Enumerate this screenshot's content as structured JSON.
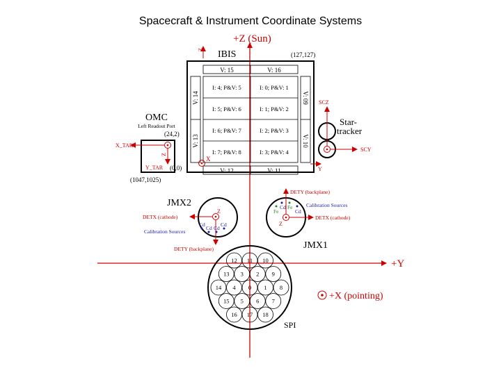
{
  "title": "Spacecraft & Instrument Coordinate Systems",
  "axes": {
    "z_sun": "+Z (Sun)",
    "y": "+Y",
    "x_pointing": "+X (pointing)"
  },
  "ibis": {
    "name": "IBIS",
    "corner_top_right": "(127,127)",
    "corner_bottom_left": "(0,0)",
    "z_label": "Z",
    "y_label": "Y",
    "x_label": "X",
    "top_cells": [
      "V: 15",
      "V: 16"
    ],
    "bottom_cells": [
      "V: 12",
      "V: 11"
    ],
    "left_cells": [
      "V: 14",
      "V: 13"
    ],
    "right_cells": [
      "V: 09",
      "V: 10"
    ],
    "grid": [
      [
        "I: 4; P&V: 5",
        "I: 0; P&V: 1"
      ],
      [
        "I: 5; P&V: 6",
        "I: 1; P&V: 2"
      ],
      [
        "I: 6; P&V: 7",
        "I: 2; P&V: 3"
      ],
      [
        "I: 7; P&V: 8",
        "I: 3; P&V: 4"
      ]
    ]
  },
  "omc": {
    "name": "OMC",
    "subtitle": "Left Readout Port",
    "corner_top": "(24,2)",
    "corner_bottom": "(1047,1025)",
    "x_tar": "X_TAR",
    "y_tar": "Y_TAR",
    "z_label": "Z"
  },
  "star_tracker": {
    "label_line1": "Star-",
    "label_line2": "tracker",
    "scz": "SCZ",
    "scy": "SCY"
  },
  "jmx2": {
    "name": "JMX2",
    "detx": "DETX (cathode)",
    "dety": "DETY (backplane)",
    "cal": "Calibration Sources",
    "z": "Z",
    "sources": [
      "Cd",
      "Cd",
      "Cd",
      "Cd"
    ]
  },
  "jmx1": {
    "name": "JMX1",
    "detx": "DETX (cathode)",
    "dety": "DETY (backplane)",
    "cal": "Calibration Sources",
    "z": "Z",
    "sources_top": [
      "Cd",
      "Fe"
    ],
    "sources_side": [
      "Fe",
      "Cd"
    ]
  },
  "spi": {
    "name": "SPI",
    "detectors": [
      "0",
      "1",
      "2",
      "3",
      "4",
      "5",
      "6",
      "7",
      "8",
      "9",
      "10",
      "11",
      "12",
      "13",
      "14",
      "15",
      "16",
      "17",
      "18"
    ]
  },
  "colors": {
    "accent_red": "#cc0000",
    "calibration_blue": "#1a1aa8",
    "fe_green": "#1e8a1e"
  }
}
